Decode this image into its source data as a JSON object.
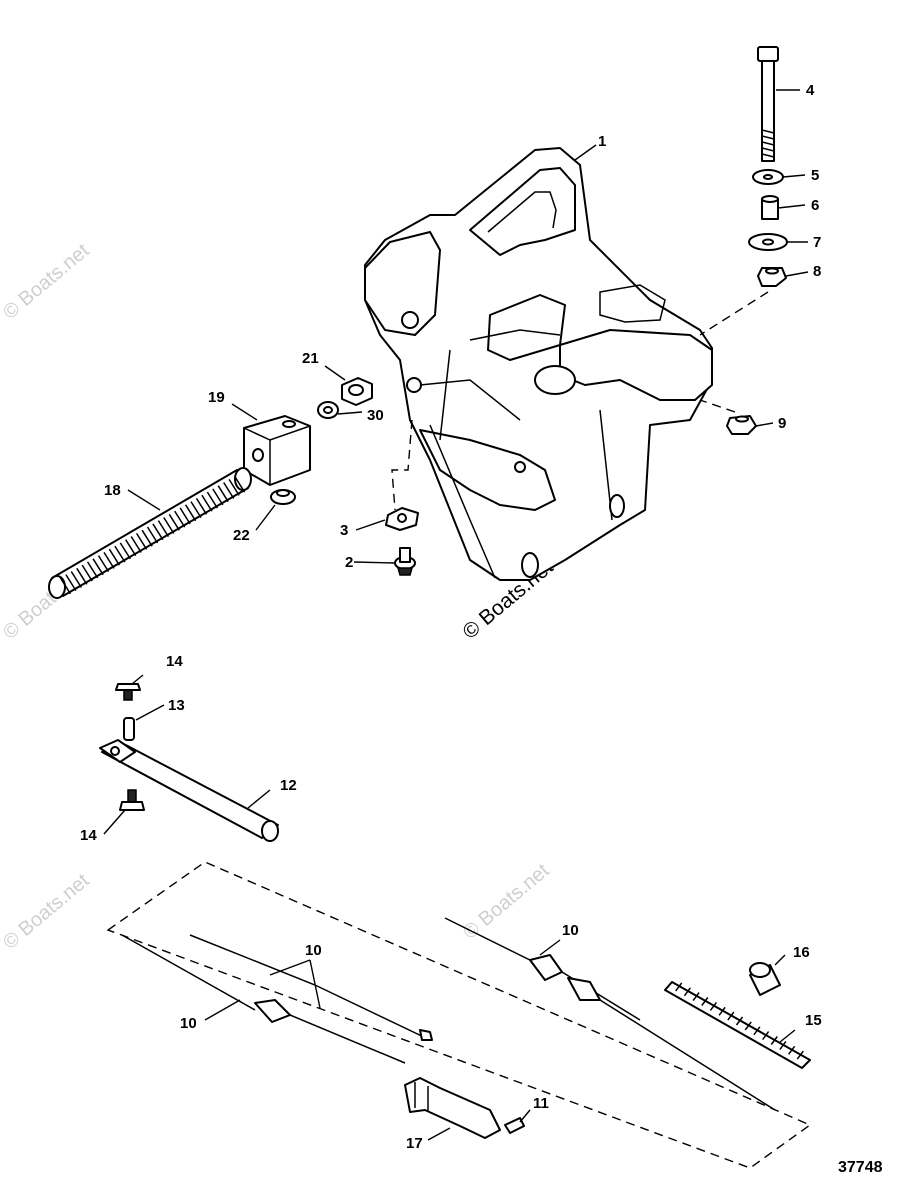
{
  "watermark": {
    "text": "© Boats.net"
  },
  "figure_number": "37748",
  "callouts": {
    "c1": "1",
    "c2": "2",
    "c3": "3",
    "c4": "4",
    "c5": "5",
    "c6": "6",
    "c7": "7",
    "c8": "8",
    "c9": "9",
    "c10a": "10",
    "c10b": "10",
    "c10c": "10",
    "c11": "11",
    "c12": "12",
    "c13": "13",
    "c14a": "14",
    "c14b": "14",
    "c15": "15",
    "c16": "16",
    "c17": "17",
    "c18": "18",
    "c19": "19",
    "c21": "21",
    "c22": "22",
    "c30": "30"
  }
}
